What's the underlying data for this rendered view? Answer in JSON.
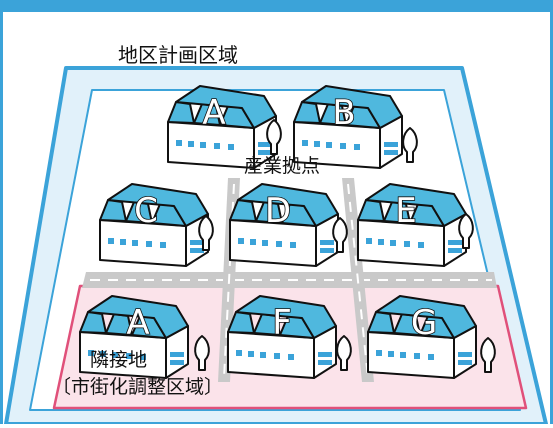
{
  "title": "地区計画区域",
  "hub_label": "産業拠点",
  "adjacent_label_line1": "隣接地",
  "adjacent_label_line2": "〔市街化調整区域〕",
  "buildings": [
    "A",
    "B",
    "C",
    "D",
    "E",
    "A",
    "F",
    "G"
  ],
  "colors": {
    "frame": "#3ba3d9",
    "district_fill": "#e1f1fa",
    "inner_fill": "#ffffff",
    "adjacent_fill": "#fbe3ea",
    "adjacent_border": "#e0507a",
    "road": "#c9c9c9",
    "roof": "#4fb8de",
    "wall": "#ffffff",
    "window": "#3ba3d9",
    "tree": "#ffffff"
  }
}
